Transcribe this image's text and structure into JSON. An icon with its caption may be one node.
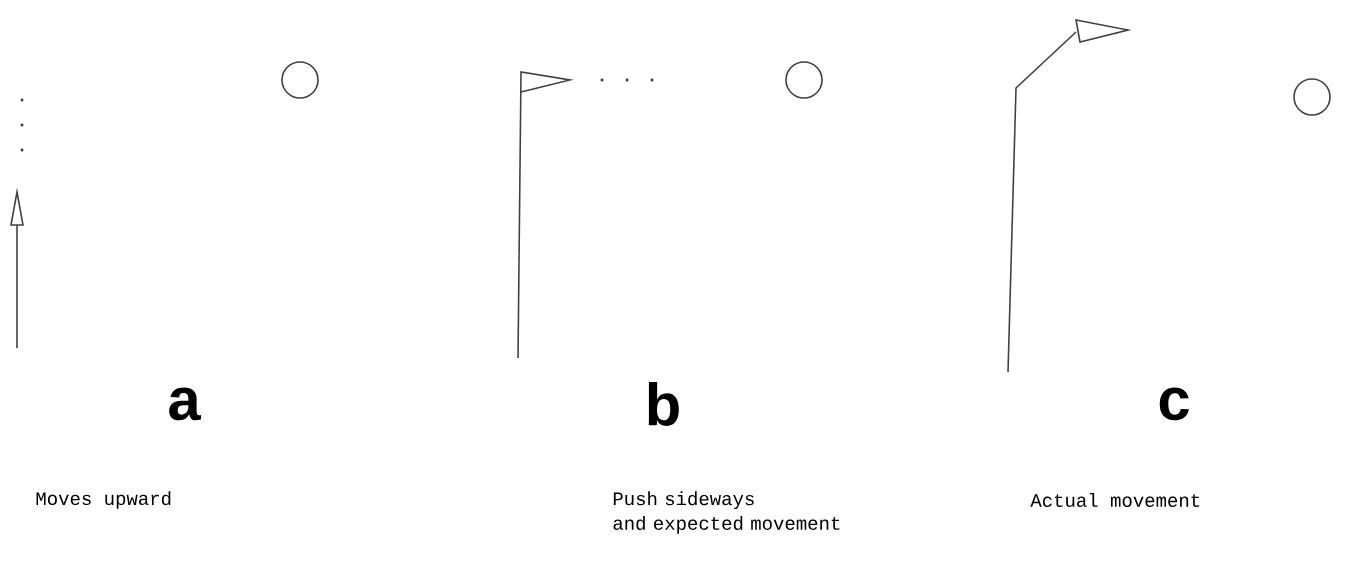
{
  "diagram": {
    "labels": [
      "a",
      "b",
      "c",
      "Moves upward",
      "Push sideways and expected movement",
      "Actual movement"
    ]
  }
}
